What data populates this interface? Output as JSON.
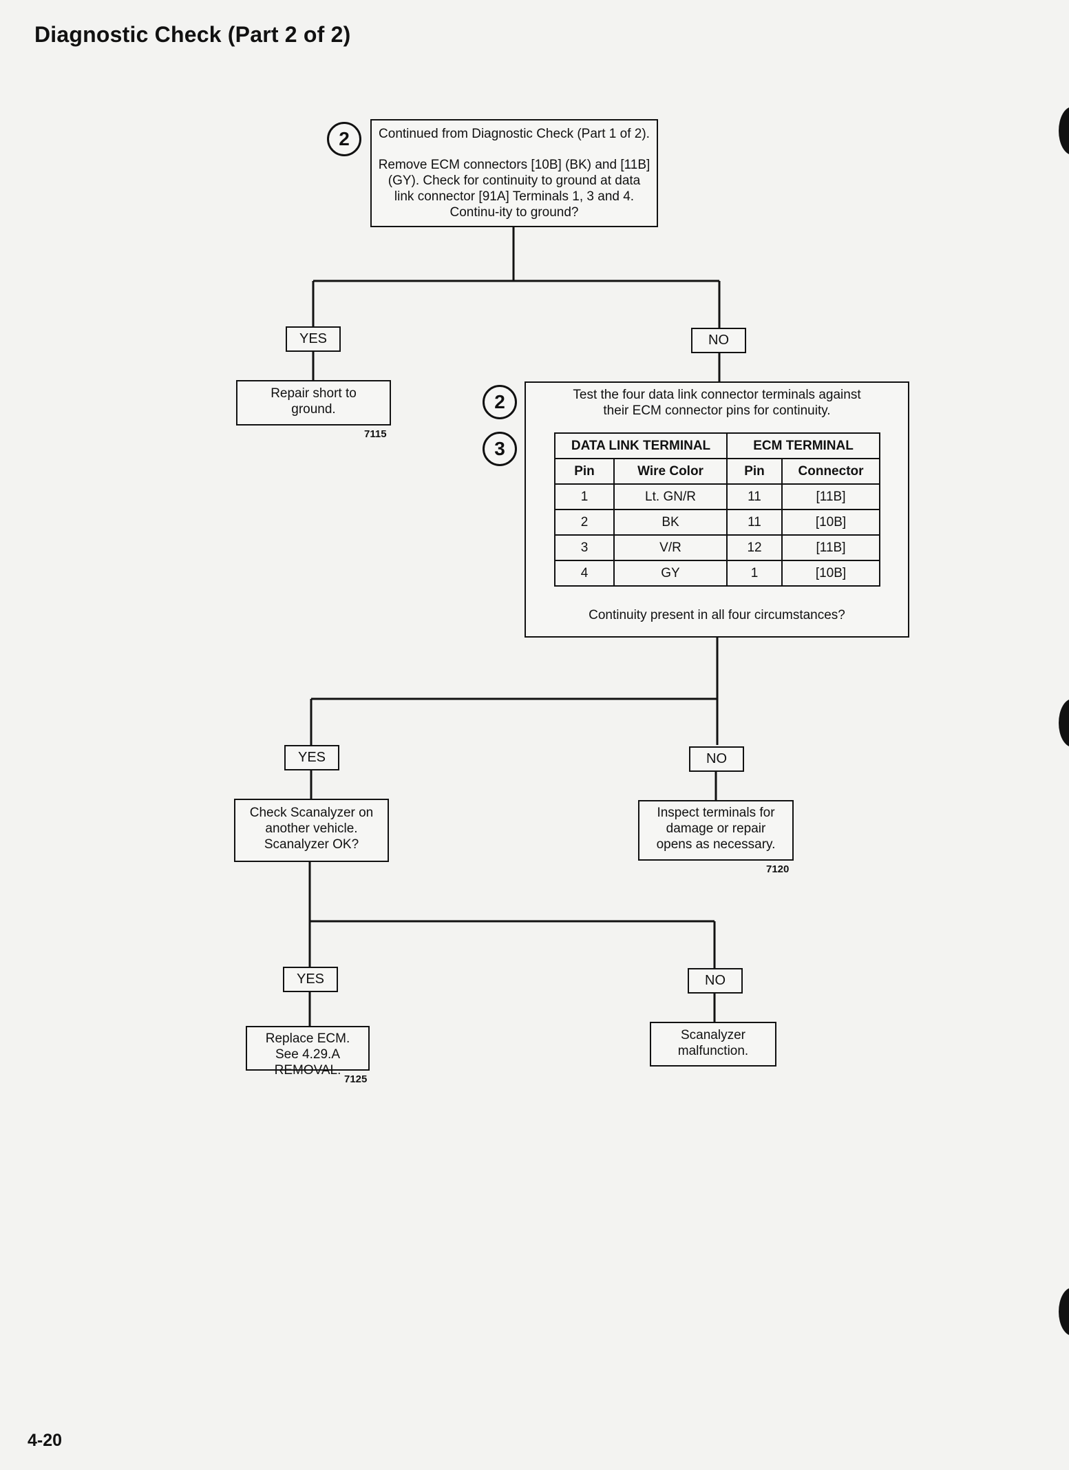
{
  "title": "Diagnostic Check (Part 2 of 2)",
  "page_number": "4-20",
  "step_markers": [
    "2",
    "2",
    "3"
  ],
  "box_start": {
    "line1": "Continued from Diagnostic Check (Part 1 of 2).",
    "line2": "Remove ECM connectors [10B] (BK) and [11B] (GY). Check for continuity to ground at data link connector [91A] Terminals 1, 3 and 4. Continu-ity to ground?"
  },
  "branch1": {
    "yes_label": "YES",
    "no_label": "NO",
    "yes_result": "Repair short to ground.",
    "yes_code": "7115"
  },
  "box_test": {
    "intro": "Test the four data link connector terminals against their ECM connector pins for continuity.",
    "question": "Continuity present in all four circumstances?",
    "table": {
      "group_left": "DATA LINK TERMINAL",
      "group_right": "ECM TERMINAL",
      "headers": [
        "Pin",
        "Wire Color",
        "Pin",
        "Connector"
      ],
      "rows": [
        [
          "1",
          "Lt. GN/R",
          "11",
          "[11B]"
        ],
        [
          "2",
          "BK",
          "11",
          "[10B]"
        ],
        [
          "3",
          "V/R",
          "12",
          "[11B]"
        ],
        [
          "4",
          "GY",
          "1",
          "[10B]"
        ]
      ]
    }
  },
  "branch2": {
    "yes_label": "YES",
    "no_label": "NO",
    "yes_result": "Check Scanalyzer on another vehicle. Scanalyzer OK?",
    "no_result": "Inspect terminals for damage or repair opens as necessary.",
    "no_code": "7120"
  },
  "branch3": {
    "yes_label": "YES",
    "no_label": "NO",
    "yes_result": "Replace ECM. See 4.29.A REMOVAL.",
    "yes_code": "7125",
    "no_result": "Scanalyzer malfunction."
  }
}
